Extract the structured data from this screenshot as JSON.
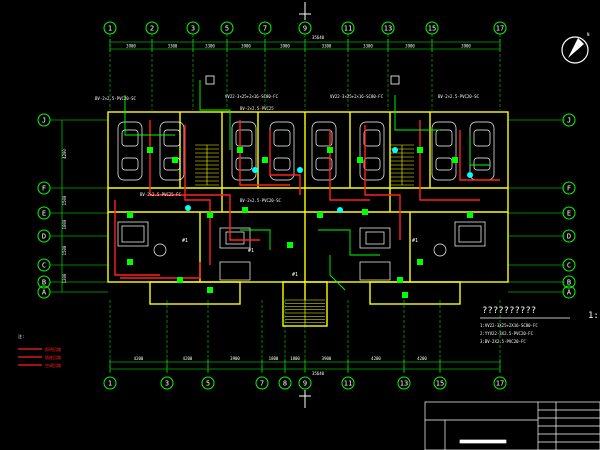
{
  "colors": {
    "background": "#000000",
    "grid": "#00ff00",
    "wall": "#ffff00",
    "wire_red": "#ff2020",
    "fixture": "#00ffff",
    "text": "#ffffff",
    "accent": "#ff00ff",
    "dim_line": "#ffffff"
  },
  "top_axes": [
    "1",
    "2",
    "3",
    "5",
    "7",
    "9",
    "11",
    "13",
    "15",
    "17"
  ],
  "bottom_axes": [
    "1",
    "3",
    "5",
    "7",
    "8",
    "9",
    "11",
    "13",
    "15",
    "17"
  ],
  "row_axes": [
    "J",
    "F",
    "E",
    "D",
    "C",
    "B",
    "A"
  ],
  "top_dims": [
    "3900",
    "3300",
    "3300",
    "3900",
    "3900",
    "3300",
    "3300",
    "3900",
    "3900"
  ],
  "top_total": "35640",
  "bottom_dims": [
    "4200",
    "4200",
    "3900",
    "1800",
    "1800",
    "3900",
    "4200",
    "4200"
  ],
  "bottom_total": "35640",
  "left_dims": [
    "4200",
    "1500",
    "1800",
    "1500",
    "1200"
  ],
  "feed_labels": {
    "a": "BV-2×2.5-PVC20-SC",
    "b": "VV22-3×25+2×16-SC80-FC",
    "c": "BV-2×2.5-PVC25",
    "d": "BV-2×2.5-PVC20-SC",
    "e": "BV-2×2.5-PVC25-FC",
    "f": "BV-2×2.5-PVC20-SC"
  },
  "room_labels": [
    "#1",
    "#1",
    "#1",
    "#1"
  ],
  "note_title": "??????????",
  "note_lines": [
    "1:VV22-3X25+2X16-SC80-FC",
    "2:YYV22-3X2.5-PVC20-FC",
    "3:BV-2X2.5-PVC20-FC"
  ],
  "scale_text": "1:",
  "legend_title": "注:",
  "legend_items": [
    "照明回路",
    "插座回路",
    "空调回路"
  ],
  "north": "N"
}
